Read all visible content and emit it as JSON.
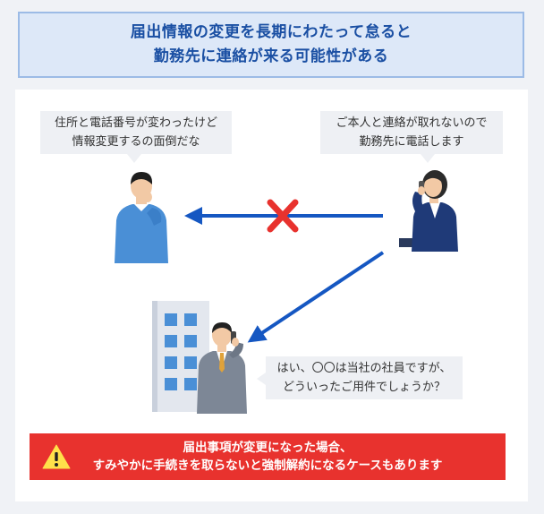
{
  "title": {
    "line1": "届出情報の変更を長期にわたって怠ると",
    "line2": "勤務先に連絡が来る可能性がある"
  },
  "bubbles": {
    "man_thought": {
      "line1": "住所と電話番号が変わったけど",
      "line2": "情報変更するの面倒だな"
    },
    "caller": {
      "line1": "ご本人と連絡が取れないので",
      "line2": "勤務先に電話します"
    },
    "office_worker": {
      "line1": "はい、〇〇は当社の社員ですが、",
      "line2": "どういったご用件でしょうか？"
    }
  },
  "warning": {
    "line1": "届出事項が変更になった場合、",
    "line2": "すみやかに手続きを取らないと強制解約になるケースもあります",
    "icon": "warning-triangle-icon"
  },
  "colors": {
    "title_text": "#1a4fa3",
    "title_bg": "#dde8f8",
    "arrow": "#1557c2",
    "cross": "#e8322e",
    "warning_bg": "#e8322e"
  }
}
